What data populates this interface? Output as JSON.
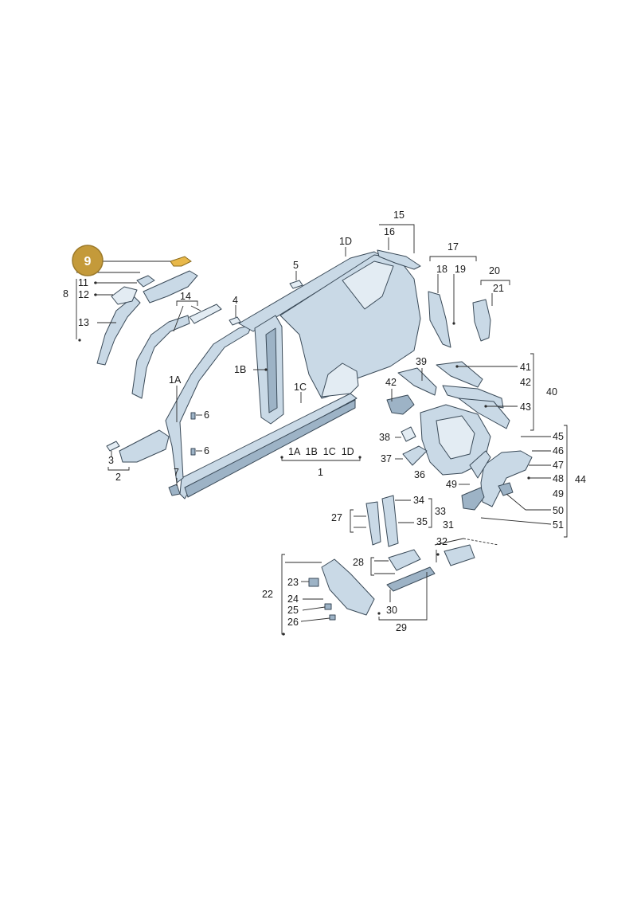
{
  "highlight": {
    "number": "9",
    "color": "#c49a3a"
  },
  "labels": {
    "l1": "1",
    "l1A": "1A",
    "l1B": "1B",
    "l1C": "1C",
    "l1D": "1D",
    "l1group": "1A  1B  1C  1D",
    "l2": "2",
    "l3": "3",
    "l4": "4",
    "l5": "5",
    "l6a": "6",
    "l6b": "6",
    "l7": "7",
    "l8": "8",
    "l11": "11",
    "l12": "12",
    "l13": "13",
    "l14": "14",
    "l15": "15",
    "l16": "16",
    "l17": "17",
    "l18": "18",
    "l19": "19",
    "l20": "20",
    "l21": "21",
    "l22": "22",
    "l23": "23",
    "l24": "24",
    "l25": "25",
    "l26": "26",
    "l27": "27",
    "l28": "28",
    "l29": "29",
    "l30": "30",
    "l31": "31",
    "l32": "32",
    "l33": "33",
    "l34": "34",
    "l35": "35",
    "l36": "36",
    "l37": "37",
    "l38": "38",
    "l39": "39",
    "l40": "40",
    "l41": "41",
    "l42a": "42",
    "l42b": "42",
    "l43": "43",
    "l44": "44",
    "l45": "45",
    "l46": "46",
    "l47": "47",
    "l48": "48",
    "l49a": "49",
    "l49b": "49",
    "l50": "50",
    "l51": "51"
  }
}
